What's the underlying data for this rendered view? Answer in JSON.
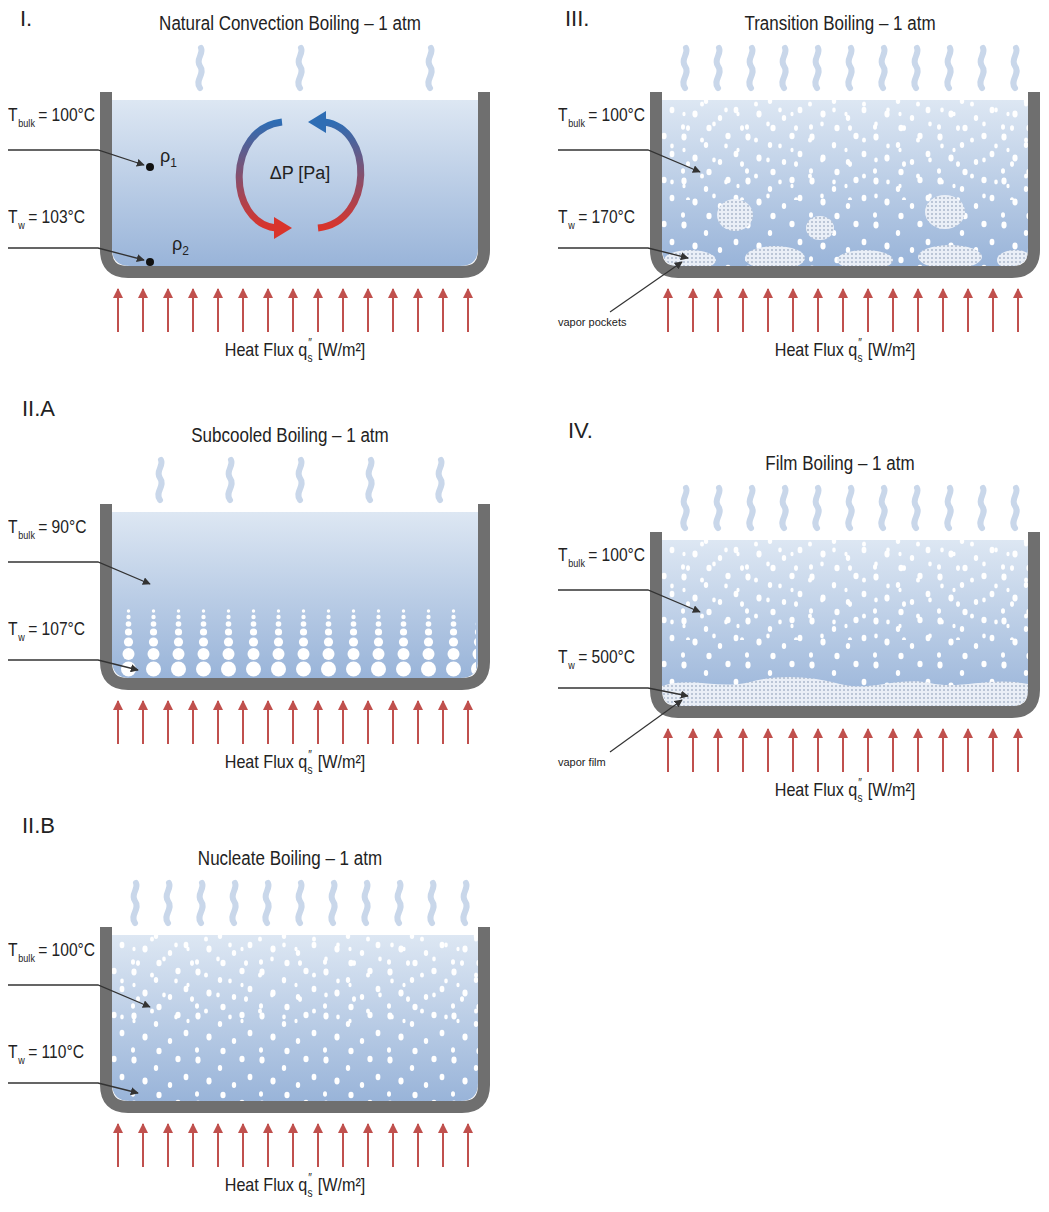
{
  "diagram": {
    "labels": [
      "I.",
      "Natural Convection Boiling – 1 atm",
      "T",
      "bulk",
      "= 100°C",
      "T",
      "w",
      "= 103°C",
      "ρ",
      "1",
      "ρ",
      "2",
      "ΔP [Pa]",
      "Heat Flux q",
      "″",
      "s",
      "[W/m²]",
      "III.",
      "Transition Boiling – 1 atm",
      "T",
      "bulk",
      "= 100°C",
      "T",
      "w",
      "= 170°C",
      "vapor pockets",
      "Heat Flux q",
      "″",
      "s",
      "[W/m²]",
      "II.A",
      "Subcooled Boiling – 1 atm",
      "T",
      "bulk",
      "= 90°C",
      "T",
      "w",
      "= 107°C",
      "Heat Flux q",
      "″",
      "s",
      "[W/m²]",
      "IV.",
      "Film Boiling – 1 atm",
      "T",
      "bulk",
      "= 100°C",
      "T",
      "w",
      "= 500°C",
      "vapor film",
      "Heat Flux q",
      "″",
      "s",
      "[W/m²]",
      "II.B",
      "Nucleate Boiling – 1 atm",
      "T",
      "bulk",
      "= 100°C",
      "T",
      "w",
      "= 110°C",
      "Heat Flux q",
      "″",
      "s",
      "[W/m²]"
    ]
  }
}
